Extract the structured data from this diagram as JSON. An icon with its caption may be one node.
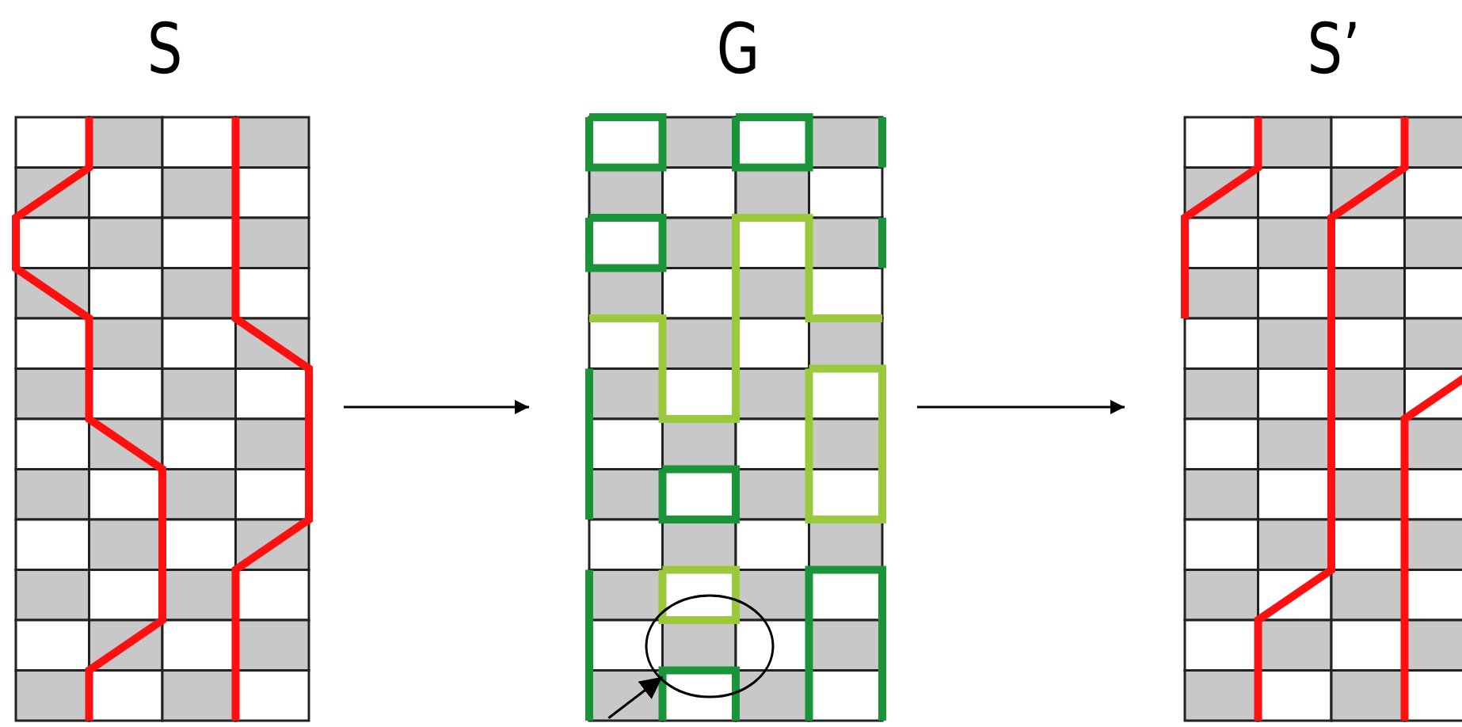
{
  "diagram": {
    "nodes": [
      {
        "text": [
          "S"
        ]
      },
      {
        "text": [
          "G"
        ]
      },
      {
        "text": [
          "S’"
        ]
      },
      {
        "text": [],
        "shape": "circle",
        "in": 1
      }
    ],
    "edges": [
      {
        "from": 0,
        "to": 1,
        "arrow": "to"
      },
      {
        "from": 1,
        "to": 2,
        "arrow": "to"
      },
      {
        "from": null,
        "to": 3,
        "arrow": "to"
      }
    ]
  }
}
